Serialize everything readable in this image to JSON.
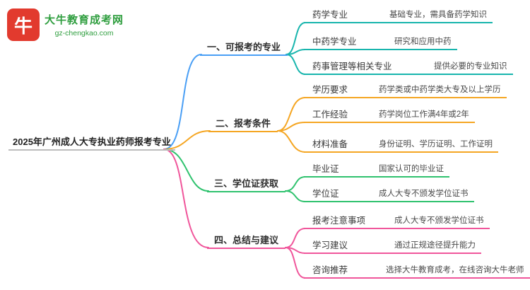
{
  "site": {
    "logo_icon_text": "牛",
    "logo_text": "大牛教育成考网",
    "logo_domain": "gz-chengkao.com",
    "brand_red": "#e23a2e",
    "brand_green": "#2f9e3f"
  },
  "mindmap": {
    "root": "2025年广州成人大专执业药师报考专业",
    "root_color": "#bdbdbd",
    "branches": [
      {
        "label": "一、可报考的专业",
        "color": "#4a9ff5",
        "child_color": "#18b5ad",
        "children": [
          {
            "label": "药学专业",
            "leaf": "基础专业，需具备药学知识"
          },
          {
            "label": "中药学专业",
            "leaf": "研究和应用中药"
          },
          {
            "label": "药事管理等相关专业",
            "leaf": "提供必要的专业知识"
          }
        ]
      },
      {
        "label": "二、报考条件",
        "color": "#f5a623",
        "child_color": "#f5a623",
        "children": [
          {
            "label": "学历要求",
            "leaf": "药学类或中药学类大专及以上学历"
          },
          {
            "label": "工作经验",
            "leaf": "药学岗位工作满4年或2年"
          },
          {
            "label": "材料准备",
            "leaf": "身份证明、学历证明、工作证明"
          }
        ]
      },
      {
        "label": "三、学位证获取",
        "color": "#2fc26e",
        "child_color": "#2fc26e",
        "children": [
          {
            "label": "毕业证",
            "leaf": "国家认可的毕业证"
          },
          {
            "label": "学位证",
            "leaf": "成人大专不颁发学位证书"
          }
        ]
      },
      {
        "label": "四、总结与建议",
        "color": "#f0569b",
        "child_color": "#f0569b",
        "children": [
          {
            "label": "报考注意事项",
            "leaf": "成人大专不颁发学位证书"
          },
          {
            "label": "学习建议",
            "leaf": "通过正规途径提升能力"
          },
          {
            "label": "咨询推荐",
            "leaf": "选择大牛教育成考，在线咨询大牛老师"
          }
        ]
      }
    ]
  }
}
